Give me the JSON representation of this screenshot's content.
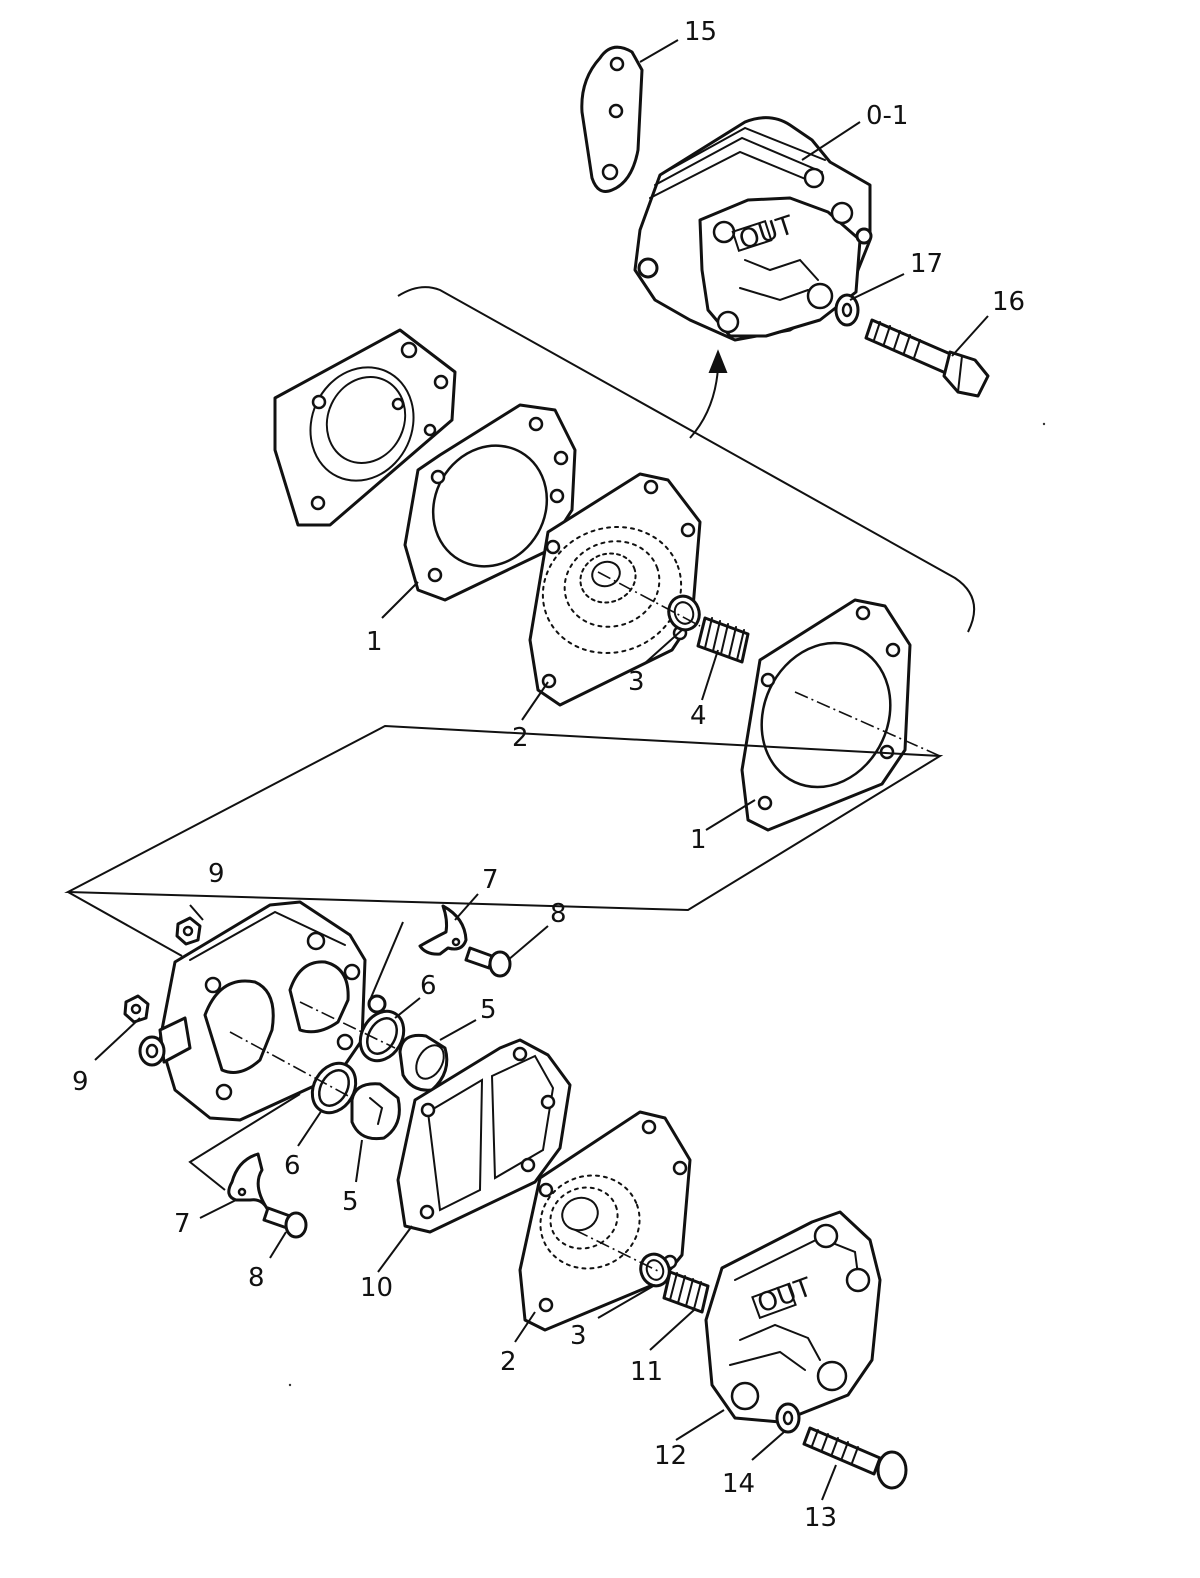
{
  "callouts": {
    "c15": "15",
    "c0_1": "0-1",
    "c17": "17",
    "c16": "16",
    "c1_upper": "1",
    "c2_upper": "2",
    "c3_upper": "3",
    "c4": "4",
    "c1_lower": "1",
    "c9_top": "9",
    "c9_left": "9",
    "c7_top": "7",
    "c8_top": "8",
    "c6_top": "6",
    "c5_top": "5",
    "c6_bottom": "6",
    "c5_bottom": "5",
    "c7_bottom": "7",
    "c8_bottom": "8",
    "c10": "10",
    "c2_lower": "2",
    "c3_lower": "3",
    "c11": "11",
    "c12": "12",
    "c14": "14",
    "c13": "13"
  },
  "stamps": {
    "out_upper": "OUT",
    "out_lower": "OUT"
  }
}
